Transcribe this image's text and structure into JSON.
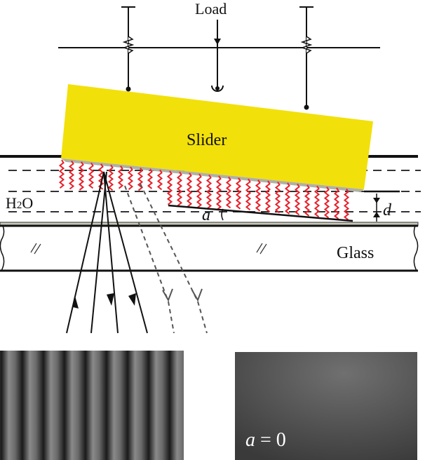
{
  "labels": {
    "load": "Load",
    "slider": "Slider",
    "water_main": "H",
    "water_sub": "2",
    "water_end": "O",
    "glass": "Glass",
    "angle": "a",
    "gap": "d",
    "angle_zero_var": "a",
    "angle_zero_rest": " = 0"
  },
  "colors": {
    "slider": "#f2e00a",
    "strands": "#e8202a",
    "coating": "#b0b0a8"
  }
}
